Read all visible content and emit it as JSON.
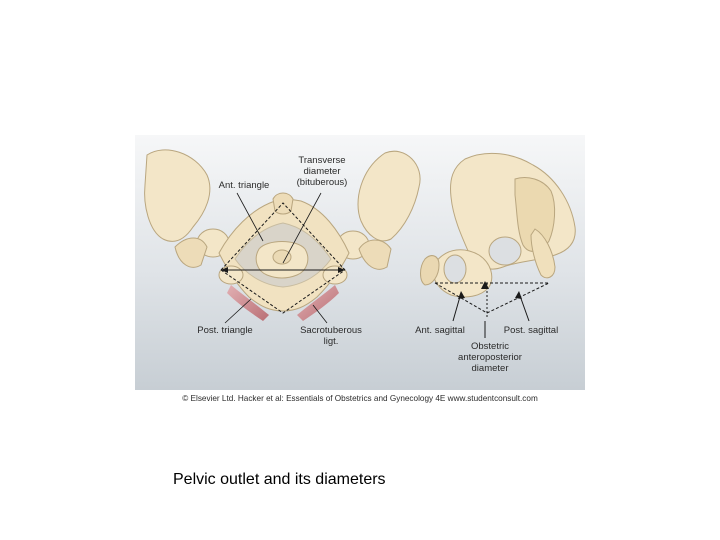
{
  "figure": {
    "labels": {
      "transverse": "Transverse\ndiameter\n(bituberous)",
      "ant_triangle": "Ant. triangle",
      "post_triangle": "Post. triangle",
      "sacrotuberous": "Sacrotuberous\nligt.",
      "ant_sagittal": "Ant. sagittal",
      "post_sagittal": "Post. sagittal",
      "obstetric": "Obstetric\nanteroposterior\ndiameter"
    },
    "credit": "© Elsevier Ltd. Hacker et al: Essentials of Obstetrics and Gynecology 4E www.studentconsult.com",
    "colors": {
      "bone": "#f3e6c8",
      "bone_shadow": "#d9c79f",
      "ligament": "#c98a8e",
      "bg_top": "#f4f5f6",
      "bg_bottom": "#c9d0d6"
    }
  },
  "caption": "Pelvic outlet and its diameters"
}
